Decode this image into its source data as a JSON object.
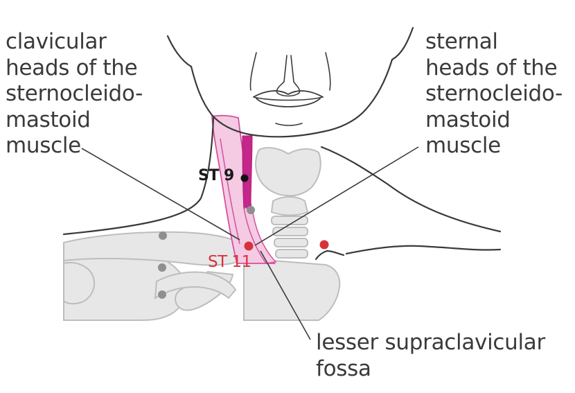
{
  "labels": {
    "clavicular_heads": "clavicular\nheads of the\nsternocleido-\nmastoid\nmuscle",
    "sternal_heads": "sternal\nheads of the\nsternocleido-\nmastoid\nmuscle",
    "lesser_fossa": "lesser supraclavicular\nfossa"
  },
  "points": {
    "st9": "ST 9",
    "st11": "ST 11"
  },
  "colors": {
    "outline": "#3a3a3a",
    "bone_fill": "#e7e7e7",
    "bone_stroke": "#bdbdbd",
    "muscle_light": "#f4cbe3",
    "muscle_stroke": "#d64fa0",
    "muscle_dark": "#c4268a",
    "point_red": "#d8333b",
    "point_gray": "#8f8f8f",
    "point_black": "#111111"
  }
}
